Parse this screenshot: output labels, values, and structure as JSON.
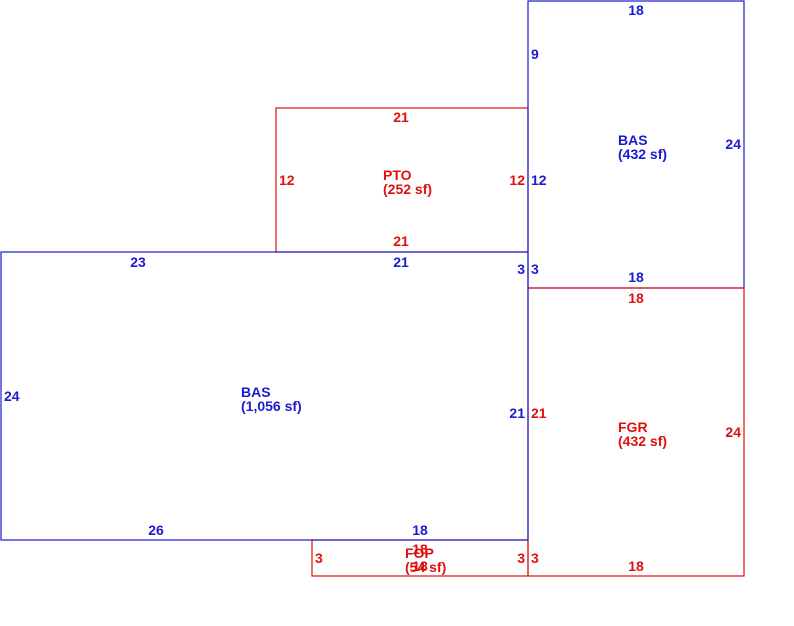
{
  "colors": {
    "blue": "#1a1ad0",
    "red": "#e01010",
    "background": "#ffffff"
  },
  "areas": {
    "pto": {
      "code": "PTO",
      "area": "(252 sf)"
    },
    "bas_top": {
      "code": "BAS",
      "area": "(432 sf)"
    },
    "bas_main": {
      "code": "BAS",
      "area": "(1,056 sf)"
    },
    "fgr": {
      "code": "FGR",
      "area": "(432 sf)"
    },
    "fop": {
      "code": "FOP",
      "area": "(54 sf)"
    }
  },
  "dimensions": {
    "bas_top_top": "18",
    "bas_top_left_upper": "9",
    "bas_top_left_lower": "12",
    "bas_top_right": "24",
    "bas_top_bottom": "18",
    "pto_top": "21",
    "pto_left": "12",
    "pto_right": "12",
    "pto_bottom": "21",
    "bas_main_top_left": "23",
    "bas_main_top_right": "21",
    "bas_main_right_upper": "3",
    "bas_main_left": "24",
    "bas_main_right": "21",
    "bas_main_bottom_left": "26",
    "bas_main_bottom_right": "18",
    "bas_top_left_bottom": "3",
    "fgr_top": "18",
    "fgr_left": "21",
    "fgr_right": "24",
    "fgr_bottom": "18",
    "fgr_left_lower": "3",
    "fop_left": "3",
    "fop_right": "3",
    "fop_top": "18",
    "fop_bottom": "18"
  }
}
